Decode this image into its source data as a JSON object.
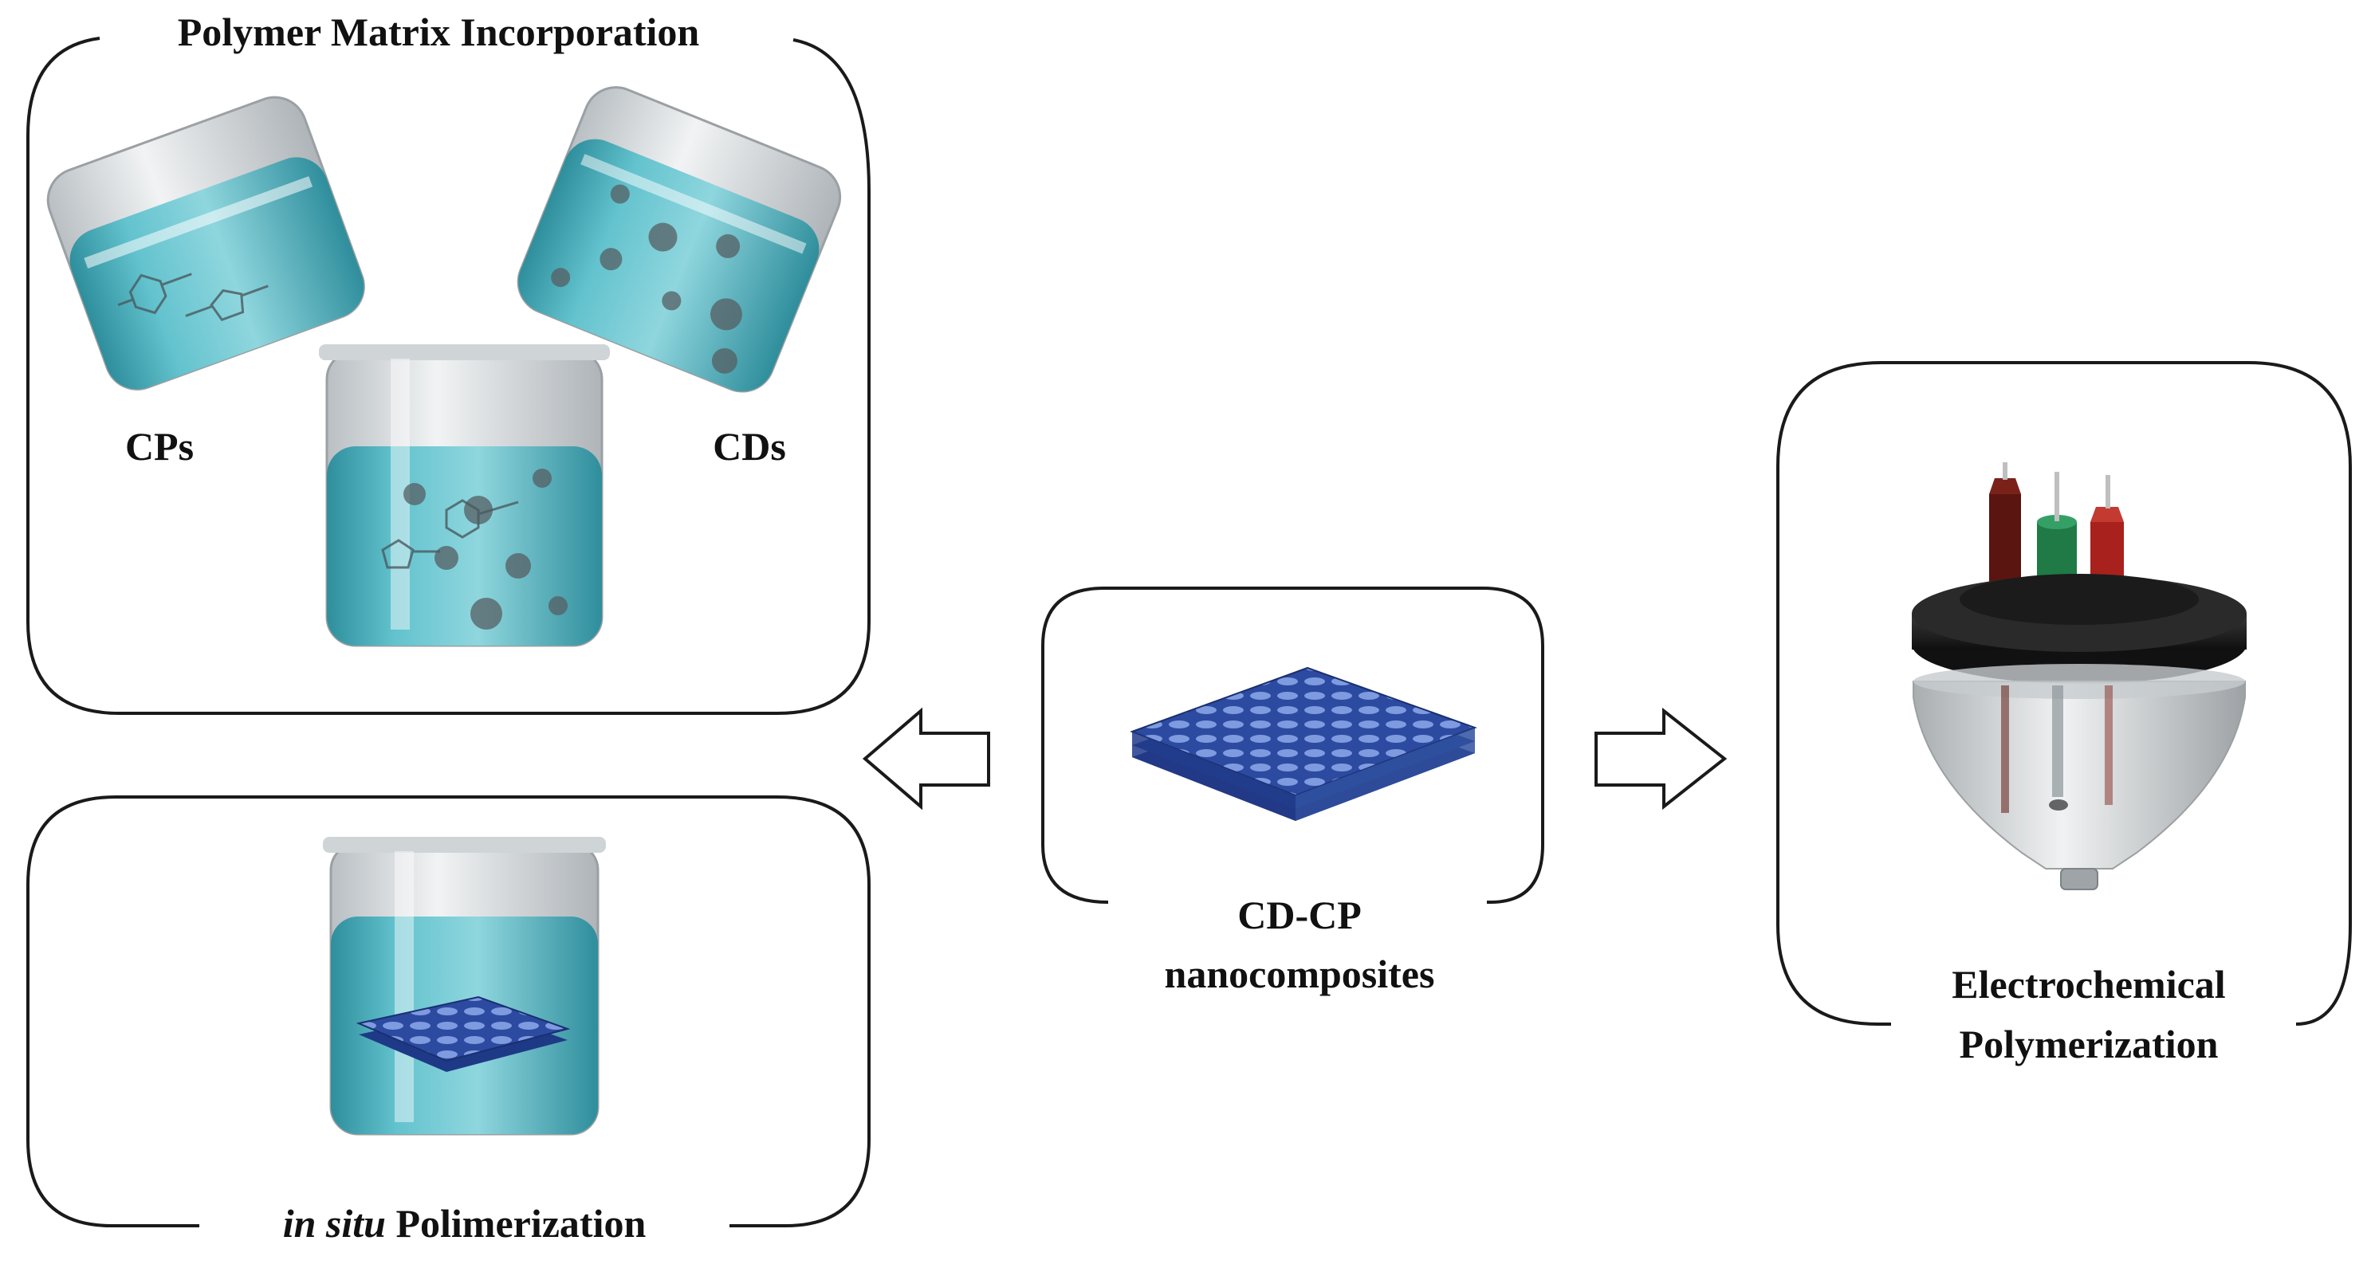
{
  "panels": {
    "polymer_matrix": {
      "title": "Polymer Matrix Incorporation",
      "left_label": "CPs",
      "right_label": "CDs"
    },
    "in_situ": {
      "title_italic": "in situ",
      "title_rest": " Polimerization"
    },
    "center": {
      "line1": "CD-CP",
      "line2": "nanocomposites"
    },
    "electrochemical": {
      "line1": "Electrochemical",
      "line2": "Polymerization"
    }
  },
  "colors": {
    "liquid": "#5bbcc7",
    "liquid_dark": "#2f8e9c",
    "glass": "#d9dde0",
    "nanocomposite": "#3d5fb8",
    "electrode_dark_red": "#5a1510",
    "electrode_green": "#1f7a45",
    "electrode_red": "#a8211c",
    "cap": "#1b1b1b",
    "frame": "#1a1a1a"
  }
}
